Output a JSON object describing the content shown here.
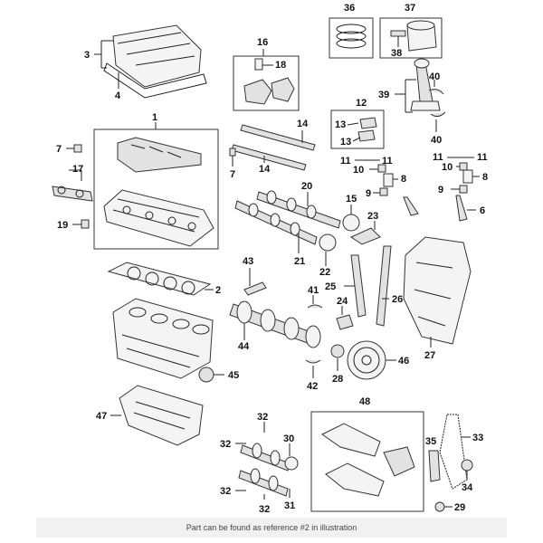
{
  "labels": {
    "r1": "1",
    "r2": "2",
    "r3": "3",
    "r4": "4",
    "r6": "6",
    "r7a": "7",
    "r7b": "7",
    "r8a": "8",
    "r8b": "8",
    "r9a": "9",
    "r9b": "9",
    "r10a": "10",
    "r10b": "10",
    "r11a": "11",
    "r11b": "11",
    "r11c": "11",
    "r11d": "11",
    "r12": "12",
    "r13a": "13",
    "r13b": "13",
    "r14a": "14",
    "r14b": "14",
    "r15": "15",
    "r16": "16",
    "r17": "17",
    "r18": "18",
    "r19": "19",
    "r20": "20",
    "r21": "21",
    "r22": "22",
    "r23": "23",
    "r24": "24",
    "r25": "25",
    "r26": "26",
    "r27": "27",
    "r28": "28",
    "r29": "29",
    "r30": "30",
    "r31": "31",
    "r32a": "32",
    "r32b": "32",
    "r32c": "32",
    "r32d": "32",
    "r33": "33",
    "r34": "34",
    "r35": "35",
    "r36": "36",
    "r37": "37",
    "r38": "38",
    "r39": "39",
    "r40a": "40",
    "r40b": "40",
    "r41": "41",
    "r42": "42",
    "r43": "43",
    "r44": "44",
    "r45": "45",
    "r46": "46",
    "r47": "47",
    "r48": "48"
  },
  "caption": "Part can be found as reference #2 in illustration"
}
